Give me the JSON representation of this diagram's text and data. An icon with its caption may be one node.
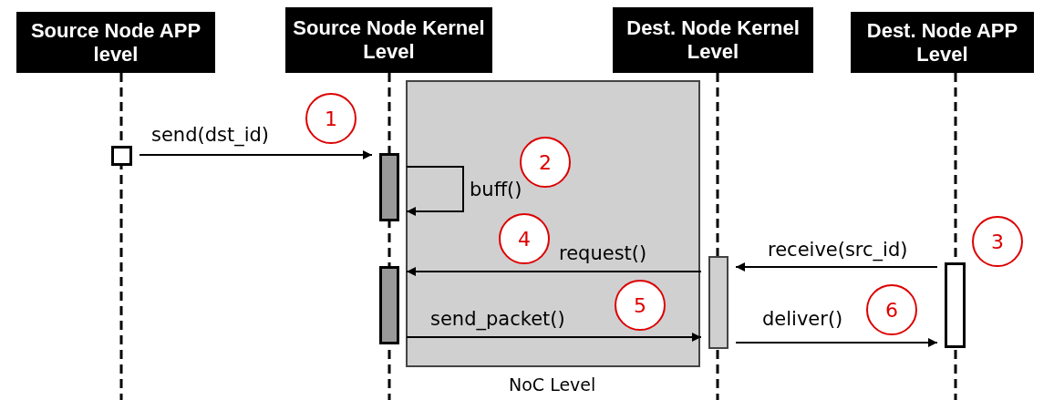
{
  "diagram": {
    "nodes": [
      {
        "text": [
          "Source Node APP level"
        ]
      },
      {
        "text": [
          "Source Node Kernel Level"
        ]
      },
      {
        "text": [
          "Dest. Node Kernel Level"
        ]
      },
      {
        "text": [
          "Dest. Node APP Level"
        ]
      },
      {
        "text": [],
        "shape": "box"
      },
      {
        "text": [],
        "shape": "bar"
      },
      {
        "text": [],
        "shape": "bar"
      },
      {
        "text": [],
        "shape": "bar"
      },
      {
        "text": [],
        "shape": "bar"
      }
    ],
    "edges": [
      {
        "from": 4,
        "to": 5,
        "arrow": "to",
        "label": "send(dst_id)"
      },
      {
        "from": 5,
        "to": 5,
        "arrow": "to",
        "label": "buff()"
      },
      {
        "from": 7,
        "to": 6,
        "arrow": "to",
        "label": "request()"
      },
      {
        "from": 6,
        "to": 7,
        "arrow": "to",
        "label": "send_packet()"
      },
      {
        "from": 8,
        "to": 7,
        "arrow": "to",
        "label": "receive(src_id)"
      },
      {
        "from": 7,
        "to": 8,
        "arrow": "to",
        "label": "deliver()"
      }
    ],
    "labels": [
      "1",
      "2",
      "4",
      "3",
      "5",
      "6",
      "NoC Level"
    ]
  }
}
